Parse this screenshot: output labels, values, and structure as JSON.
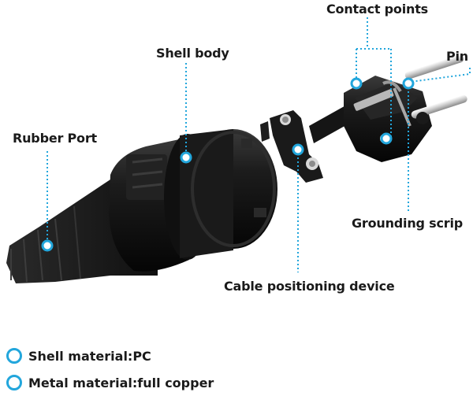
{
  "labels": {
    "contact_points": "Contact points",
    "shell_body": "Shell body",
    "pin": "Pin",
    "rubber_port": "Rubber Port",
    "grounding_scrip": "Grounding scrip",
    "cable_positioning_device": "Cable positioning device"
  },
  "legend": [
    {
      "text": "Shell material:PC"
    },
    {
      "text": "Metal material:full copper"
    }
  ],
  "colors": {
    "accent": "#22a6dc",
    "plastic": "#141414",
    "text": "#1a1a1a"
  }
}
